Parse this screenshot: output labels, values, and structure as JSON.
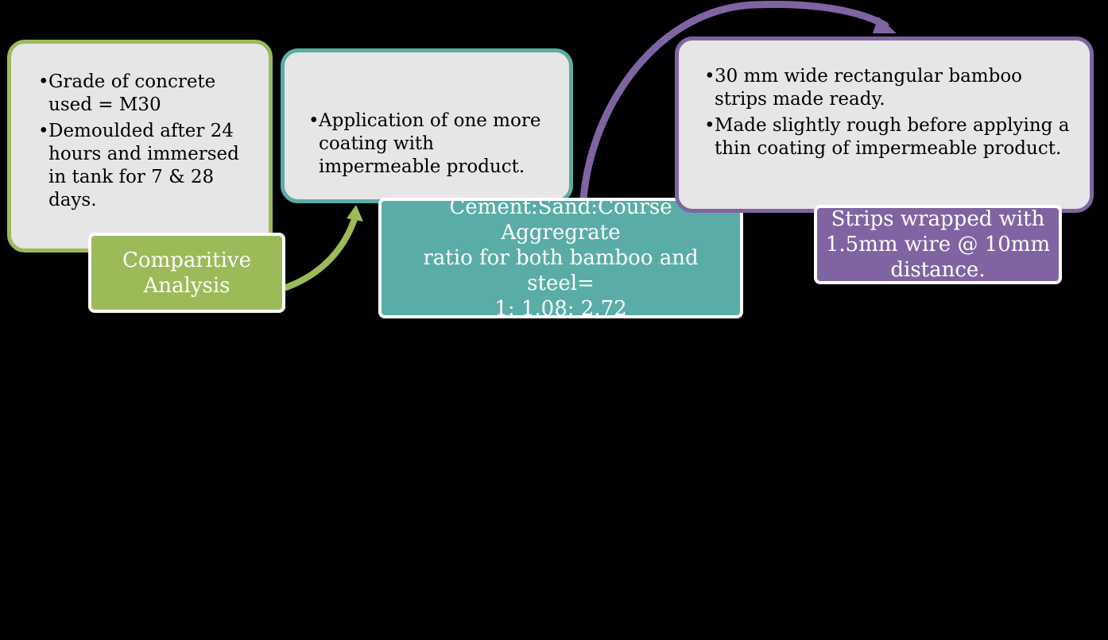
{
  "colors": {
    "background": "#000000",
    "green": "#9bbb59",
    "teal": "#5aada6",
    "purple": "#8064a2",
    "panel_fill": "#e6e6e6",
    "label_border": "#ffffff"
  },
  "steps": [
    {
      "label_lines": [
        "Comparitive",
        "Analysis"
      ],
      "bullets": [
        "Grade of concrete used = M30",
        "Demoulded after 24 hours and immersed in tank for 7 & 28 days."
      ]
    },
    {
      "label_lines": [
        "Cement:Sand:Course Aggregrate",
        "ratio for both  bamboo and steel=",
        "1: 1.08: 2.72"
      ],
      "bullets": [
        "Application of one more coating with impermeable product."
      ]
    },
    {
      "label_lines": [
        "Strips wrapped with",
        "1.5mm wire @ 10mm",
        "distance."
      ],
      "bullets": [
        "30 mm wide rectangular bamboo strips made ready.",
        "Made slightly rough before applying a thin coating of impermeable product."
      ]
    }
  ]
}
